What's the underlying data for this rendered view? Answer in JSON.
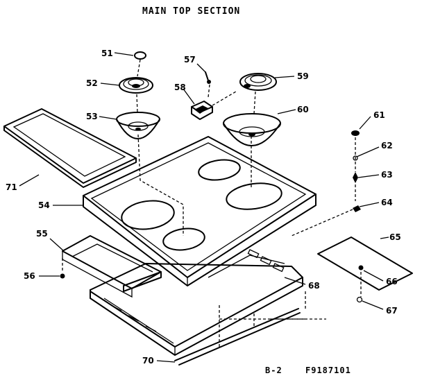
{
  "title": "MAIN TOP SECTION",
  "footer": {
    "page": "B-2",
    "model": "F9187101"
  },
  "callouts": {
    "c51": "51",
    "c52": "52",
    "c53": "53",
    "c54": "54",
    "c55": "55",
    "c56": "56",
    "c57": "57",
    "c58": "58",
    "c59": "59",
    "c60": "60",
    "c61": "61",
    "c62": "62",
    "c63": "63",
    "c64": "64",
    "c65": "65",
    "c66": "66",
    "c67": "67",
    "c68": "68",
    "c70": "70",
    "c71": "71"
  }
}
